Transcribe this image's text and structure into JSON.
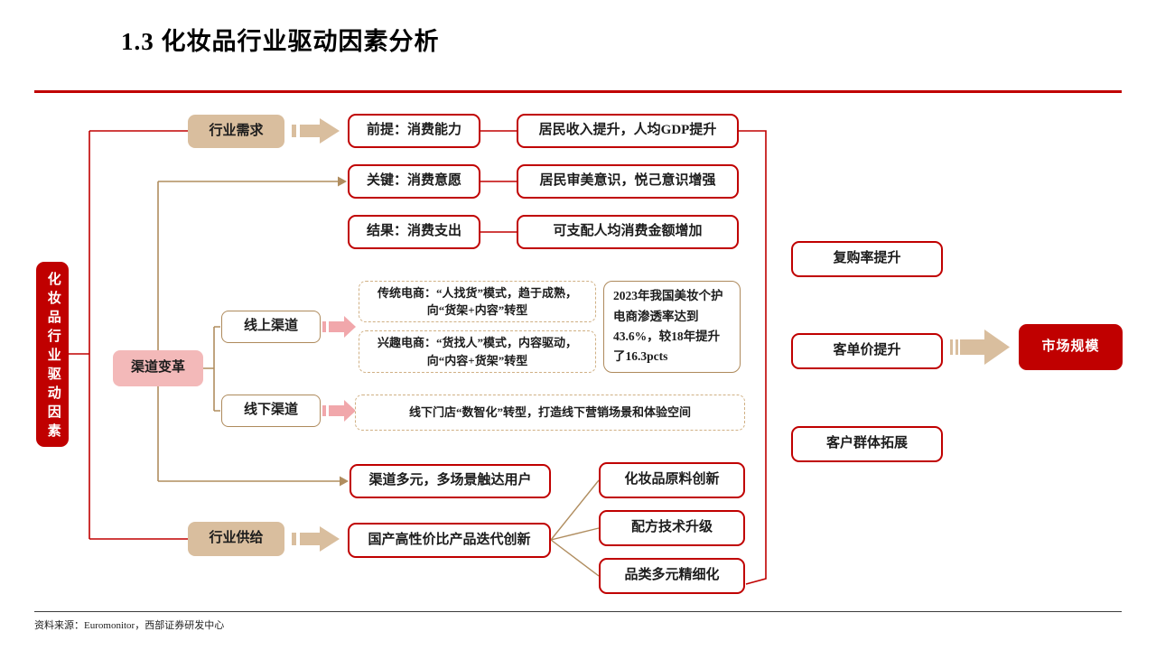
{
  "slide": {
    "title": "1.3 化妆品行业驱动因素分析",
    "source": "资料来源：Euromonitor，西部证券研发中心"
  },
  "root": {
    "label": "化妆品行业驱动因素"
  },
  "demand": {
    "label": "行业需求",
    "rows": [
      {
        "factor": "前提：消费能力",
        "result": "居民收入提升，人均GDP提升"
      },
      {
        "factor": "关键：消费意愿",
        "result": "居民审美意识，悦己意识增强"
      },
      {
        "factor": "结果：消费支出",
        "result": "可支配人均消费金额增加"
      }
    ]
  },
  "channel": {
    "label": "渠道变革",
    "online": {
      "label": "线上渠道",
      "traditional": "传统电商：“人找货”模式，趋于成熟，向“货架+内容”转型",
      "interest": "兴趣电商：“货找人”模式，内容驱动，向“内容+货架”转型",
      "stat": "2023年我国美妆个护电商渗透率达到43.6%，较18年提升了16.3pcts"
    },
    "offline": {
      "label": "线下渠道",
      "note": "线下门店“数智化”转型，打造线下营销场景和体验空间"
    },
    "multi": "渠道多元，多场景触达用户"
  },
  "supply": {
    "label": "行业供给",
    "core": "国产高性价比产品迭代创新",
    "items": [
      "化妆品原料创新",
      "配方技术升级",
      "品类多元精细化"
    ]
  },
  "outcomes": [
    "复购率提升",
    "客单价提升",
    "客户群体拓展"
  ],
  "market": {
    "label": "市场规模"
  },
  "icons": {
    "striped_arrow": "striped-right-arrow",
    "pink_striped_arrow": "striped-right-arrow-pink"
  },
  "colors": {
    "red": "#C00000",
    "tan_fill": "#D9BE9E",
    "tan_line": "#B08D5F",
    "pink_fill": "#F3B9B9",
    "pink_arrow": "#F1A7AB",
    "dash_border": "#D0B084"
  }
}
